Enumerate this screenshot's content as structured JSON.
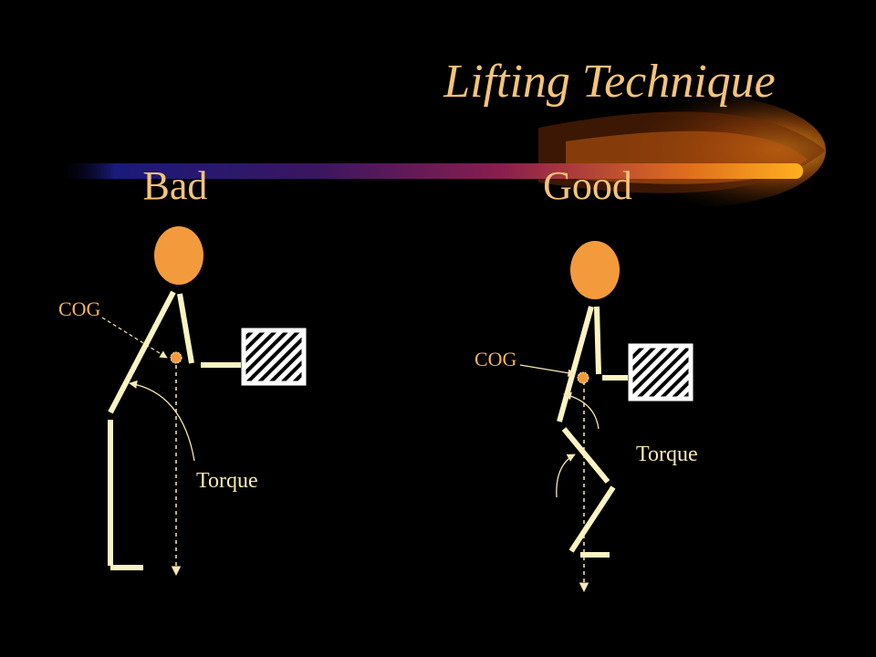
{
  "slide": {
    "title": "Lifting Technique",
    "bad_heading": "Bad",
    "good_heading": "Good",
    "bad_panel": {
      "cog_label": "COG",
      "torque_label": "Torque"
    },
    "good_panel": {
      "cog_label": "COG",
      "torque_label": "Torque"
    }
  },
  "colors": {
    "background": "#000000",
    "title": "#f5c37a",
    "heading": "#f5c37a",
    "label": "#f7e9b4",
    "cog_label": "#f5b35a",
    "head_fill": "#f39a3c",
    "limb": "#fbf3c2",
    "cog_dot": "#f39a3c",
    "box_stroke": "#ffffff",
    "swoosh_start": "#1a1a7a",
    "swoosh_mid": "#8a1e4e",
    "swoosh_end": "#ffb020"
  }
}
